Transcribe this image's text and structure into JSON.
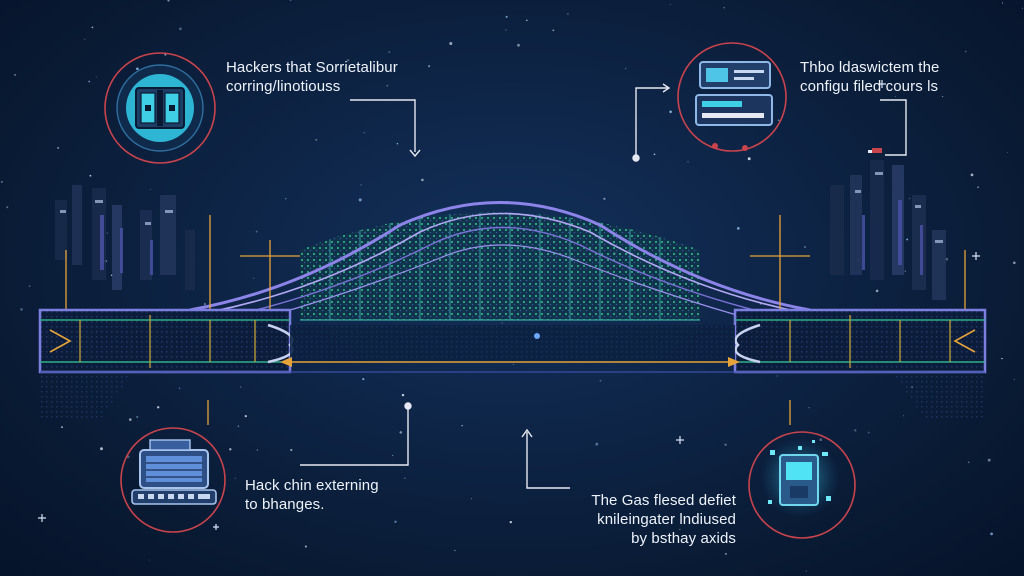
{
  "callouts": {
    "top_left": {
      "line1": "Hackers that Sorrietalibur",
      "line2": "corring/linotiouss"
    },
    "top_right": {
      "line1": "Thbo ldaswictem the",
      "line2": "configu filed cours ls"
    },
    "bottom_left": {
      "line1": "Hack chin externing",
      "line2": "to bhanges."
    },
    "bottom_right": {
      "line1": "The Gas flesed defiet",
      "line2": "knileingater lndiused",
      "line3": "by bsthay axids"
    }
  },
  "icons": {
    "top_left": "server-chip-icon",
    "top_right": "config-panel-icon",
    "bottom_left": "keyboard-terminal-icon",
    "bottom_right": "glitch-device-icon"
  },
  "colors": {
    "background": "#0d2344",
    "ring": "#d8484f",
    "cyan": "#3fd0e6",
    "bridge_purple": "#8c84e8",
    "truss_green": "#2fae86",
    "annotation": "#e6e9f2",
    "accent_orange": "#e5a33a"
  }
}
